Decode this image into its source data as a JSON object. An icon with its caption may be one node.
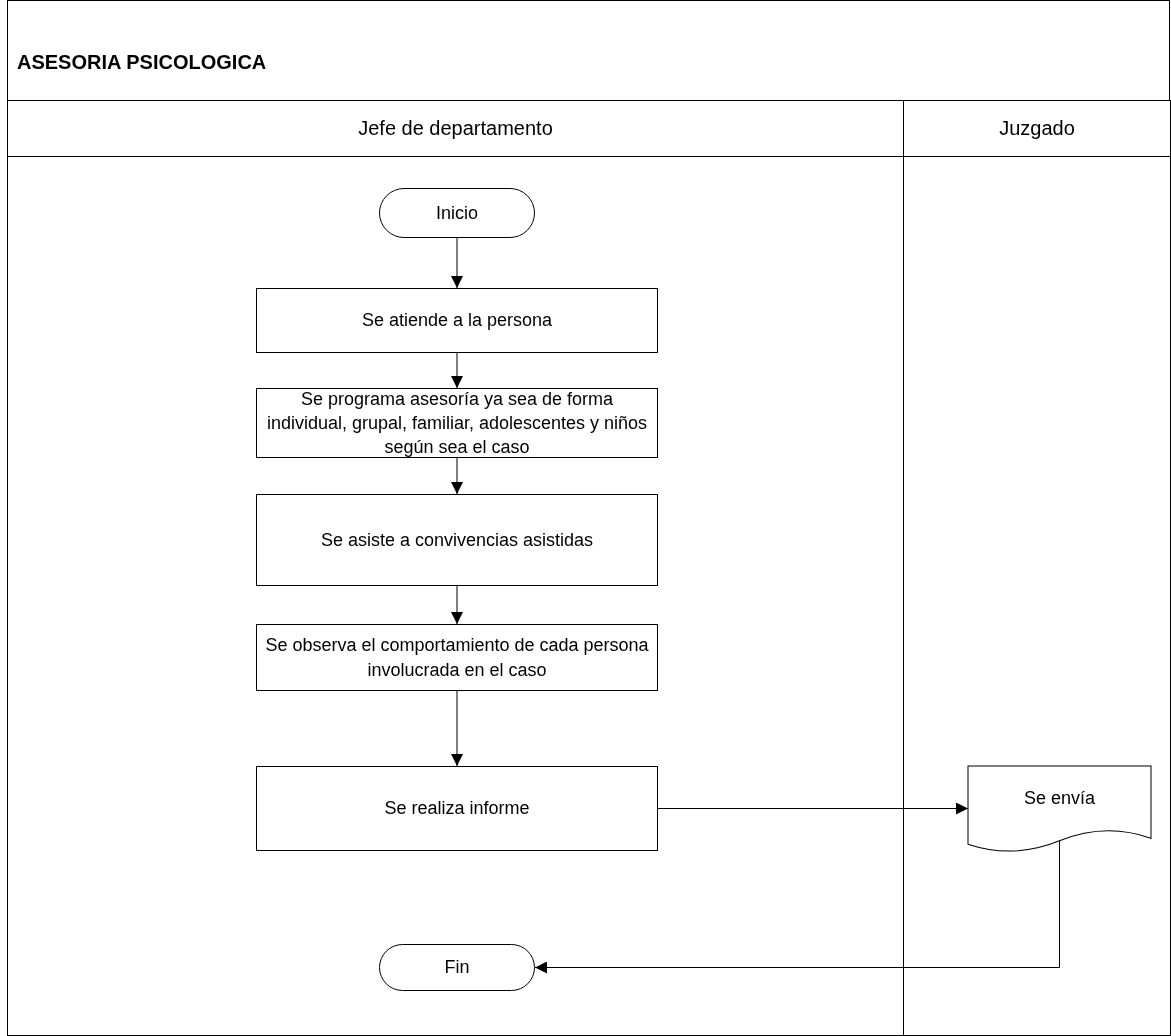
{
  "diagram": {
    "title": "ASESORIA PSICOLOGICA",
    "nodes": [
      {
        "text": [
          "Jefe de departamento"
        ]
      },
      {
        "text": [
          "Juzgado"
        ]
      },
      {
        "text": [
          "Inicio"
        ],
        "in": 0
      },
      {
        "text": [
          "Se atiende a la persona"
        ],
        "in": 0
      },
      {
        "text": [
          "Se programa asesoría ya sea de forma individual, grupal, familiar,  adolescentes y niños según sea el caso"
        ],
        "in": 0
      },
      {
        "text": [
          "Se asiste a convivencias asistidas"
        ],
        "in": 0
      },
      {
        "text": [
          "Se observa el comportamiento de cada persona involucrada en el caso"
        ],
        "in": 0
      },
      {
        "text": [
          "Se realiza informe"
        ],
        "in": 0
      },
      {
        "text": [
          "Se envía"
        ],
        "in": 1
      },
      {
        "text": [
          "Fin"
        ],
        "in": 0
      }
    ],
    "edges": [
      {
        "from": 2,
        "to": 3,
        "arrow": "to"
      },
      {
        "from": 3,
        "to": 4,
        "arrow": "to"
      },
      {
        "from": 4,
        "to": 5,
        "arrow": "to"
      },
      {
        "from": 5,
        "to": 6,
        "arrow": "to"
      },
      {
        "from": 6,
        "to": 7,
        "arrow": "to"
      },
      {
        "from": 7,
        "to": 8,
        "arrow": "to"
      },
      {
        "from": 8,
        "to": 9,
        "arrow": "to"
      }
    ]
  }
}
